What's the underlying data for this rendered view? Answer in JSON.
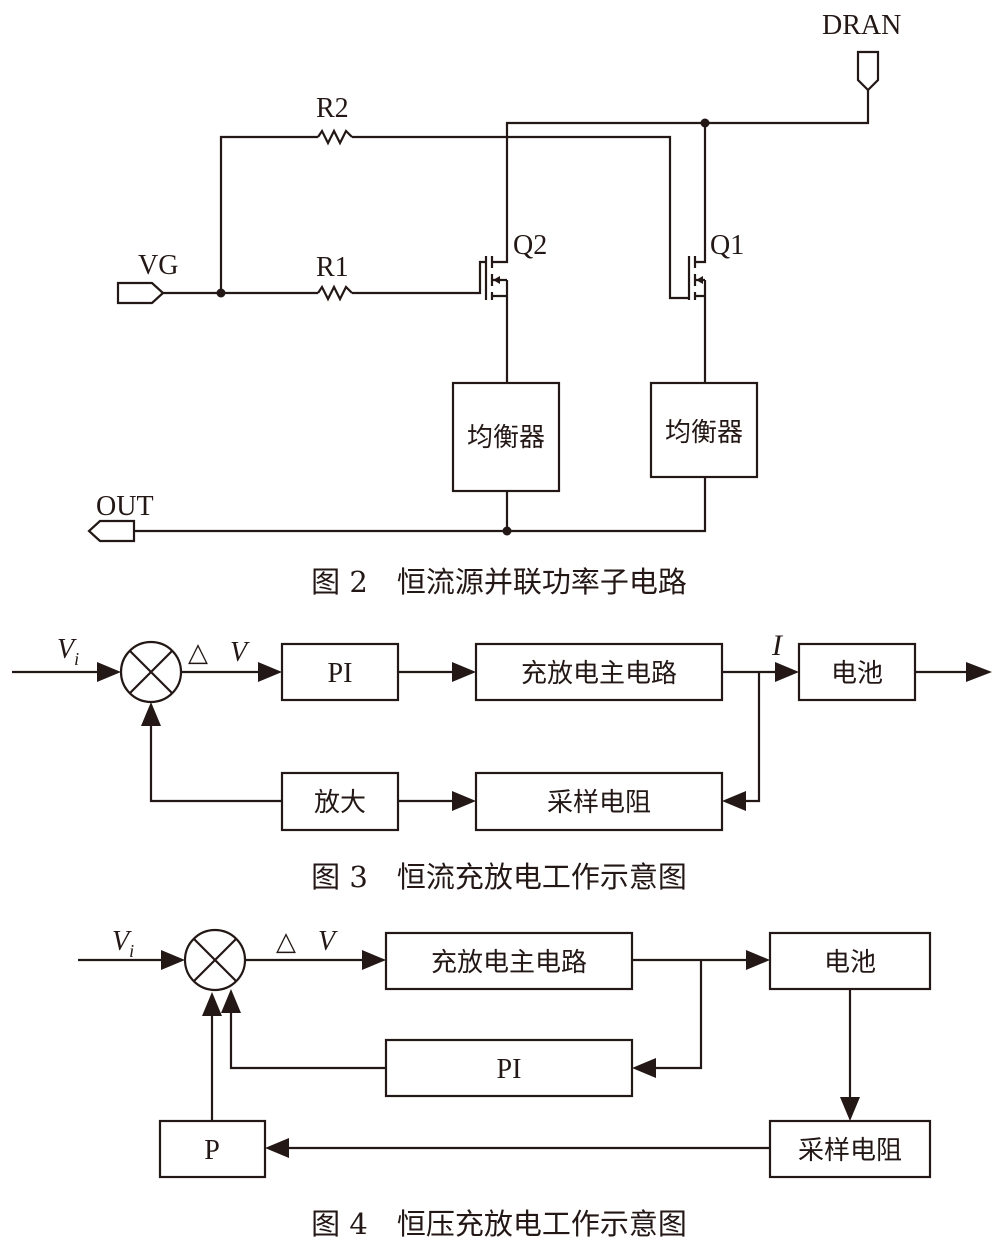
{
  "fig2": {
    "labels": {
      "dran": "DRAN",
      "r2": "R2",
      "r1": "R1",
      "vg": "VG",
      "q2": "Q2",
      "q1": "Q1",
      "out": "OUT"
    },
    "balancer_left": "均衡器",
    "balancer_right": "均衡器",
    "caption": "图 2　恒流源并联功率子电路"
  },
  "fig3": {
    "input": {
      "base": "V",
      "sub": "i"
    },
    "delta_sym": "△",
    "delta_var": "V",
    "current": "I",
    "blocks": {
      "pi": "PI",
      "main": "充放电主电路",
      "battery": "电池",
      "amp": "放大",
      "sense": "采样电阻"
    },
    "caption": "图 3　恒流充放电工作示意图"
  },
  "fig4": {
    "input": {
      "base": "V",
      "sub": "i"
    },
    "delta_sym": "△",
    "delta_var": "V",
    "blocks": {
      "main": "充放电主电路",
      "battery": "电池",
      "pi": "PI",
      "p": "P",
      "sense": "采样电阻"
    },
    "caption": "图 4　恒压充放电工作示意图"
  }
}
